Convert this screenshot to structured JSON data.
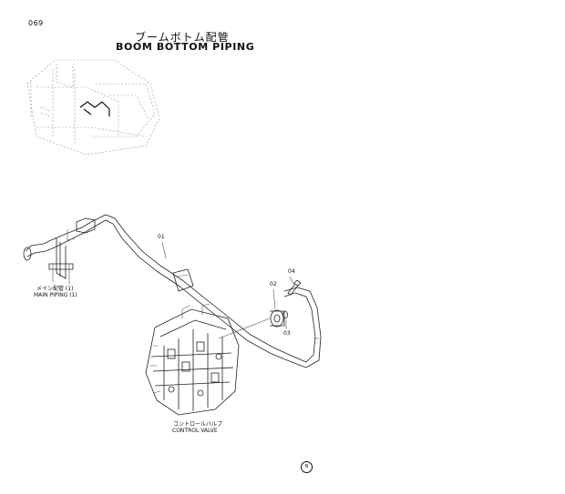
{
  "page_number": "069",
  "title": {
    "japanese": "ブームボトム配管",
    "english": "BOOM  BOTTOM  PIPING"
  },
  "callouts": {
    "c01": "01",
    "c02": "02",
    "c03": "03",
    "c04": "04"
  },
  "labels": {
    "main_piping_jp": "メイン配管 (1)",
    "main_piping_en": "MAIN PIPING (1)",
    "control_valve_jp": "コントロールバルブ",
    "control_valve_en": "CONTROL VALVE"
  },
  "footer_symbol": "N"
}
